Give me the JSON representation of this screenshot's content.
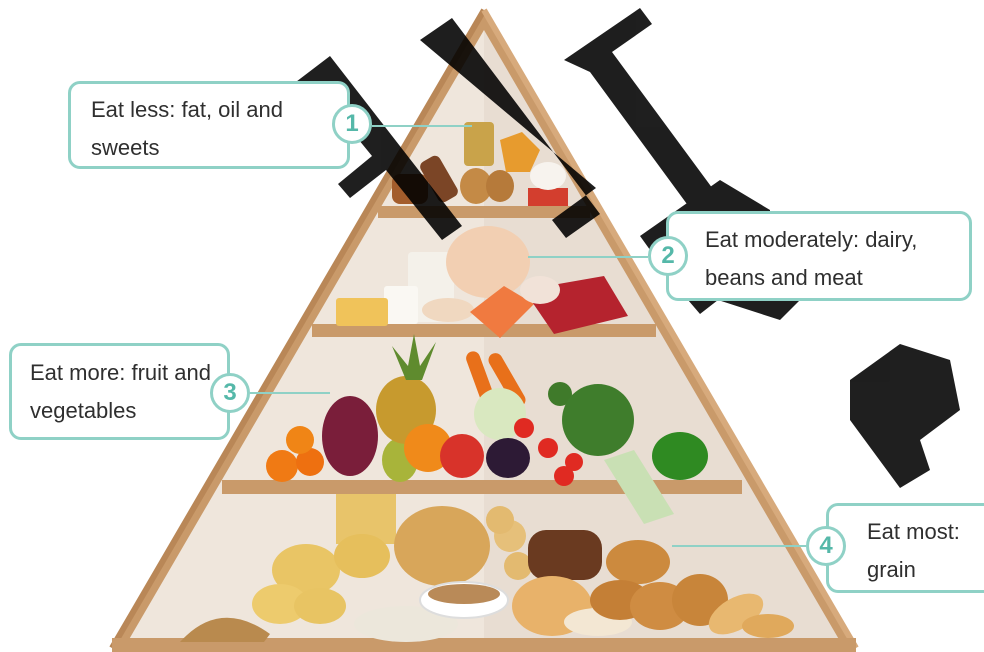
{
  "callouts": [
    {
      "number": "1",
      "text": "Eat less: fat, oil and sweets"
    },
    {
      "number": "2",
      "text": "Eat moderately: dairy, beans and meat"
    },
    {
      "number": "3",
      "text": "Eat more: fruit and vegetables"
    },
    {
      "number": "4",
      "text": "Eat most: grain"
    }
  ],
  "watermark": "FLTRP",
  "colors": {
    "accent": "#8fd1c6",
    "accent_text": "#55b8a9",
    "shelf_wood": "#c99a6a",
    "back_panel": "#efe6dc"
  }
}
